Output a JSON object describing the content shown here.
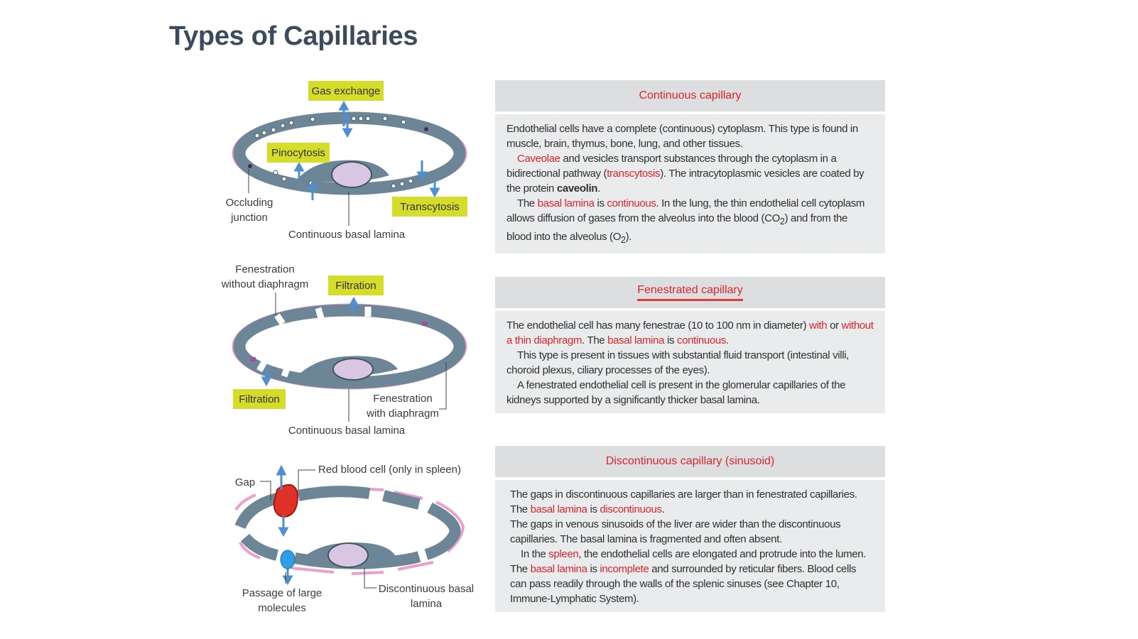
{
  "title": "Types of Capillaries",
  "diagram": {
    "continuous": {
      "tag_gas": "Gas exchange",
      "tag_pino": "Pinocytosis",
      "tag_trans": "Transcytosis",
      "occluding_1": "Occluding",
      "occluding_2": "junction",
      "basal": "Continuous basal lamina"
    },
    "fenestrated": {
      "fen_wo_1": "Fenestration",
      "fen_wo_2": "without  diaphragm",
      "tag_filt_top": "Filtration",
      "tag_filt_bot": "Filtration",
      "fen_w_1": "Fenestration",
      "fen_w_2": "with diaphragm",
      "basal": "Continuous basal lamina"
    },
    "discontinuous": {
      "gap": "Gap",
      "rbc": "Red blood cell (only in spleen)",
      "passage_1": "Passage of large",
      "passage_2": "molecules",
      "basal_1": "Discontinuous basal",
      "basal_2": "lamina"
    }
  },
  "panels": {
    "continuous": {
      "header": "Continuous capillary",
      "p1": "Endothelial cells have a complete (continuous) cytoplasm. This type is found in muscle, brain, thymus, bone, lung, and other tissues.",
      "p2_a": "Caveolae",
      "p2_b": " and vesicles transport substances through the cytoplasm in a bidirectional pathway (",
      "p2_c": "transcytosis",
      "p2_d": "). The intracytoplasmic vesicles are coated by the protein ",
      "p2_e": "caveolin",
      "p2_f": ".",
      "p3_a": "The ",
      "p3_b": "basal lamina",
      "p3_c": " is ",
      "p3_d": "continuous",
      "p3_e": ". In the lung, the thin endothelial cell cytoplasm allows diffusion of gases from the alveolus into the blood (CO",
      "p3_f": "2",
      "p3_g": ") and from the blood into the alveolus (O",
      "p3_h": "2",
      "p3_i": ")."
    },
    "fenestrated": {
      "header": "Fenestrated capillary",
      "p1_a": "The endothelial cell has many fenestrae (10 to 100 nm in diameter) ",
      "p1_b": "with",
      "p1_c": " or ",
      "p1_d": "without a thin diaphragm",
      "p1_e": ".  The ",
      "p1_f": "basal lamina",
      "p1_g": " is ",
      "p1_h": "continuous",
      "p1_i": ".",
      "p2": "This type is present  in tissues with substantial fluid transport (intestinal villi, choroid plexus, ciliary processes of the eyes).",
      "p3": "A fenestrated endothelial cell is present in the glomerular capillaries of the kidneys supported by a significantly thicker basal lamina."
    },
    "discontinuous": {
      "header": "Discontinuous capillary (sinusoid)",
      "p1": "The gaps in discontinuous capillaries are larger than in fenestrated capillaries.",
      "p2_a": "The ",
      "p2_b": "basal lamina",
      "p2_c": " is ",
      "p2_d": "discontinuous",
      "p2_e": ".",
      "p3": "The gaps in venous sinusoids of the liver are wider than the discontinuous capillaries. The basal lamina is fragmented and often absent.",
      "p4_a": "In the ",
      "p4_b": "spleen",
      "p4_c": ", the endothelial cells are elongated and protrude into the lumen.",
      "p5_a": "The ",
      "p5_b": "basal lamina",
      "p5_c": " is ",
      "p5_d": "incomplete",
      "p5_e": " and surrounded by reticular fibers. Blood cells can pass readily through the walls of the splenic sinuses (see Chapter 10, Immune-Lymphatic System)."
    }
  }
}
